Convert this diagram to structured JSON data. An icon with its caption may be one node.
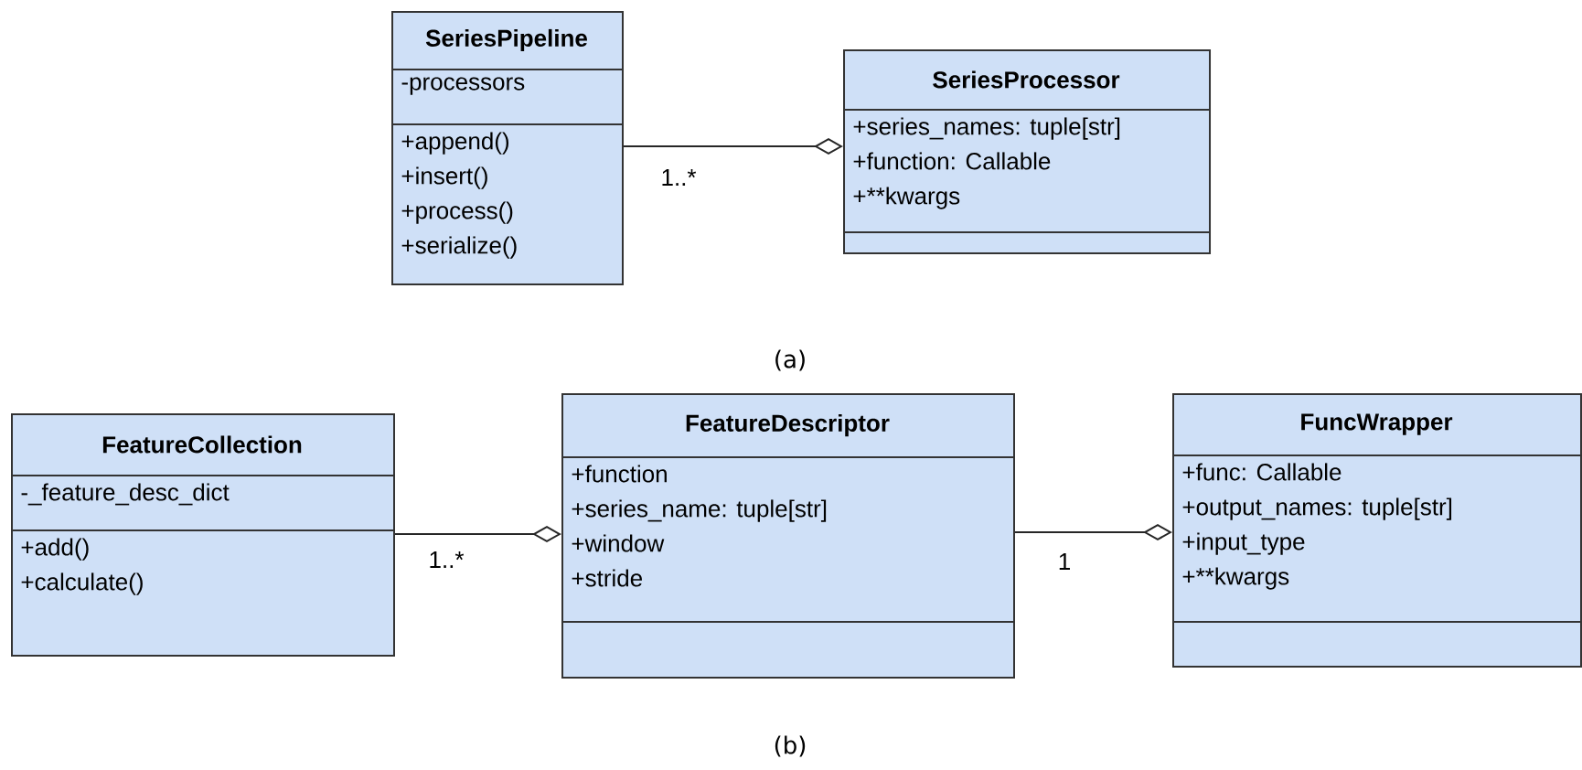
{
  "diagram": {
    "nodes": [
      {
        "text": [
          "SeriesPipeline",
          "-processors",
          "+append()",
          "+insert()",
          "+process()",
          "+serialize()"
        ]
      },
      {
        "text": [
          "SeriesProcessor",
          "+series_names: tuple[str]",
          "+function: Callable",
          "+**kwargs"
        ]
      },
      {
        "text": [
          "FeatureCollection",
          "-_feature_desc_dict",
          "+add()",
          "+calculate()"
        ]
      },
      {
        "text": [
          "FeatureDescriptor",
          "+function",
          "+series_name: tuple[str]",
          "+window",
          "+stride"
        ]
      },
      {
        "text": [
          "FuncWrapper",
          "+func: Callable",
          "+output_names: tuple[str]",
          "+input_type",
          "+**kwargs"
        ]
      }
    ],
    "edges": [
      {
        "from": 0,
        "to": 1,
        "arrow": "other",
        "label": "1..*"
      },
      {
        "from": 2,
        "to": 3,
        "arrow": "other",
        "label": "1..*"
      },
      {
        "from": 3,
        "to": 4,
        "arrow": "other",
        "label": "1"
      }
    ],
    "labels": [
      "(a)",
      "(b)"
    ]
  }
}
